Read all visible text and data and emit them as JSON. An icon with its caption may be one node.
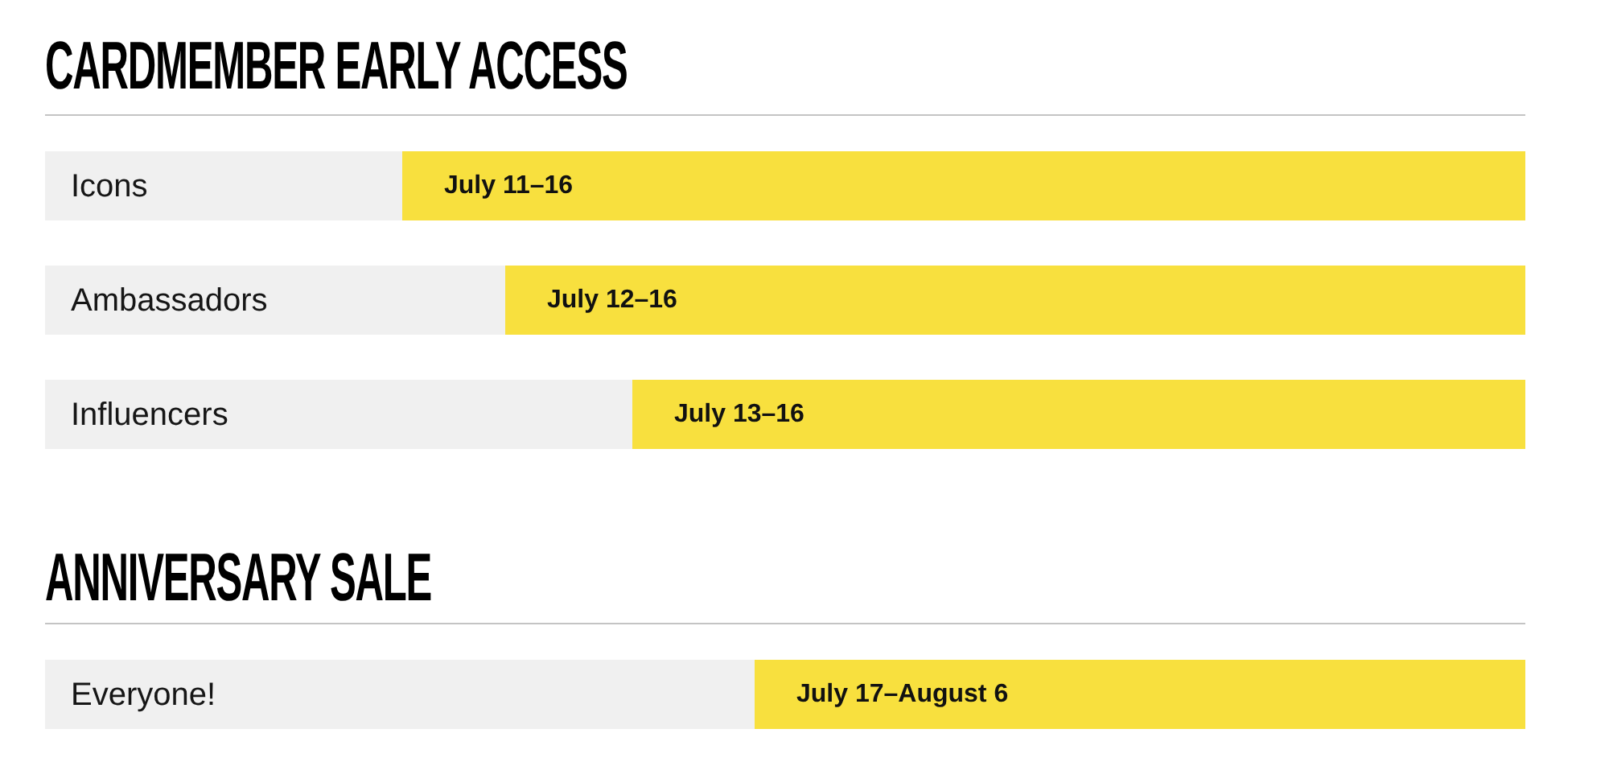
{
  "diagram": {
    "nodes": [
      {
        "text": [
          "Icons"
        ]
      },
      {
        "text": [
          "July 11–16"
        ],
        "in": 0
      },
      {
        "text": [
          "Ambassadors"
        ]
      },
      {
        "text": [
          "July 12–16"
        ],
        "in": 2
      },
      {
        "text": [
          "Influencers"
        ]
      },
      {
        "text": [
          "July 13–16"
        ],
        "in": 4
      },
      {
        "text": [
          "Everyone!"
        ]
      },
      {
        "text": [
          "July 17–August 6"
        ],
        "in": 6
      }
    ],
    "labels": [
      "CARDMEMBER EARLY ACCESS",
      "ANNIVERSARY SALE"
    ]
  }
}
